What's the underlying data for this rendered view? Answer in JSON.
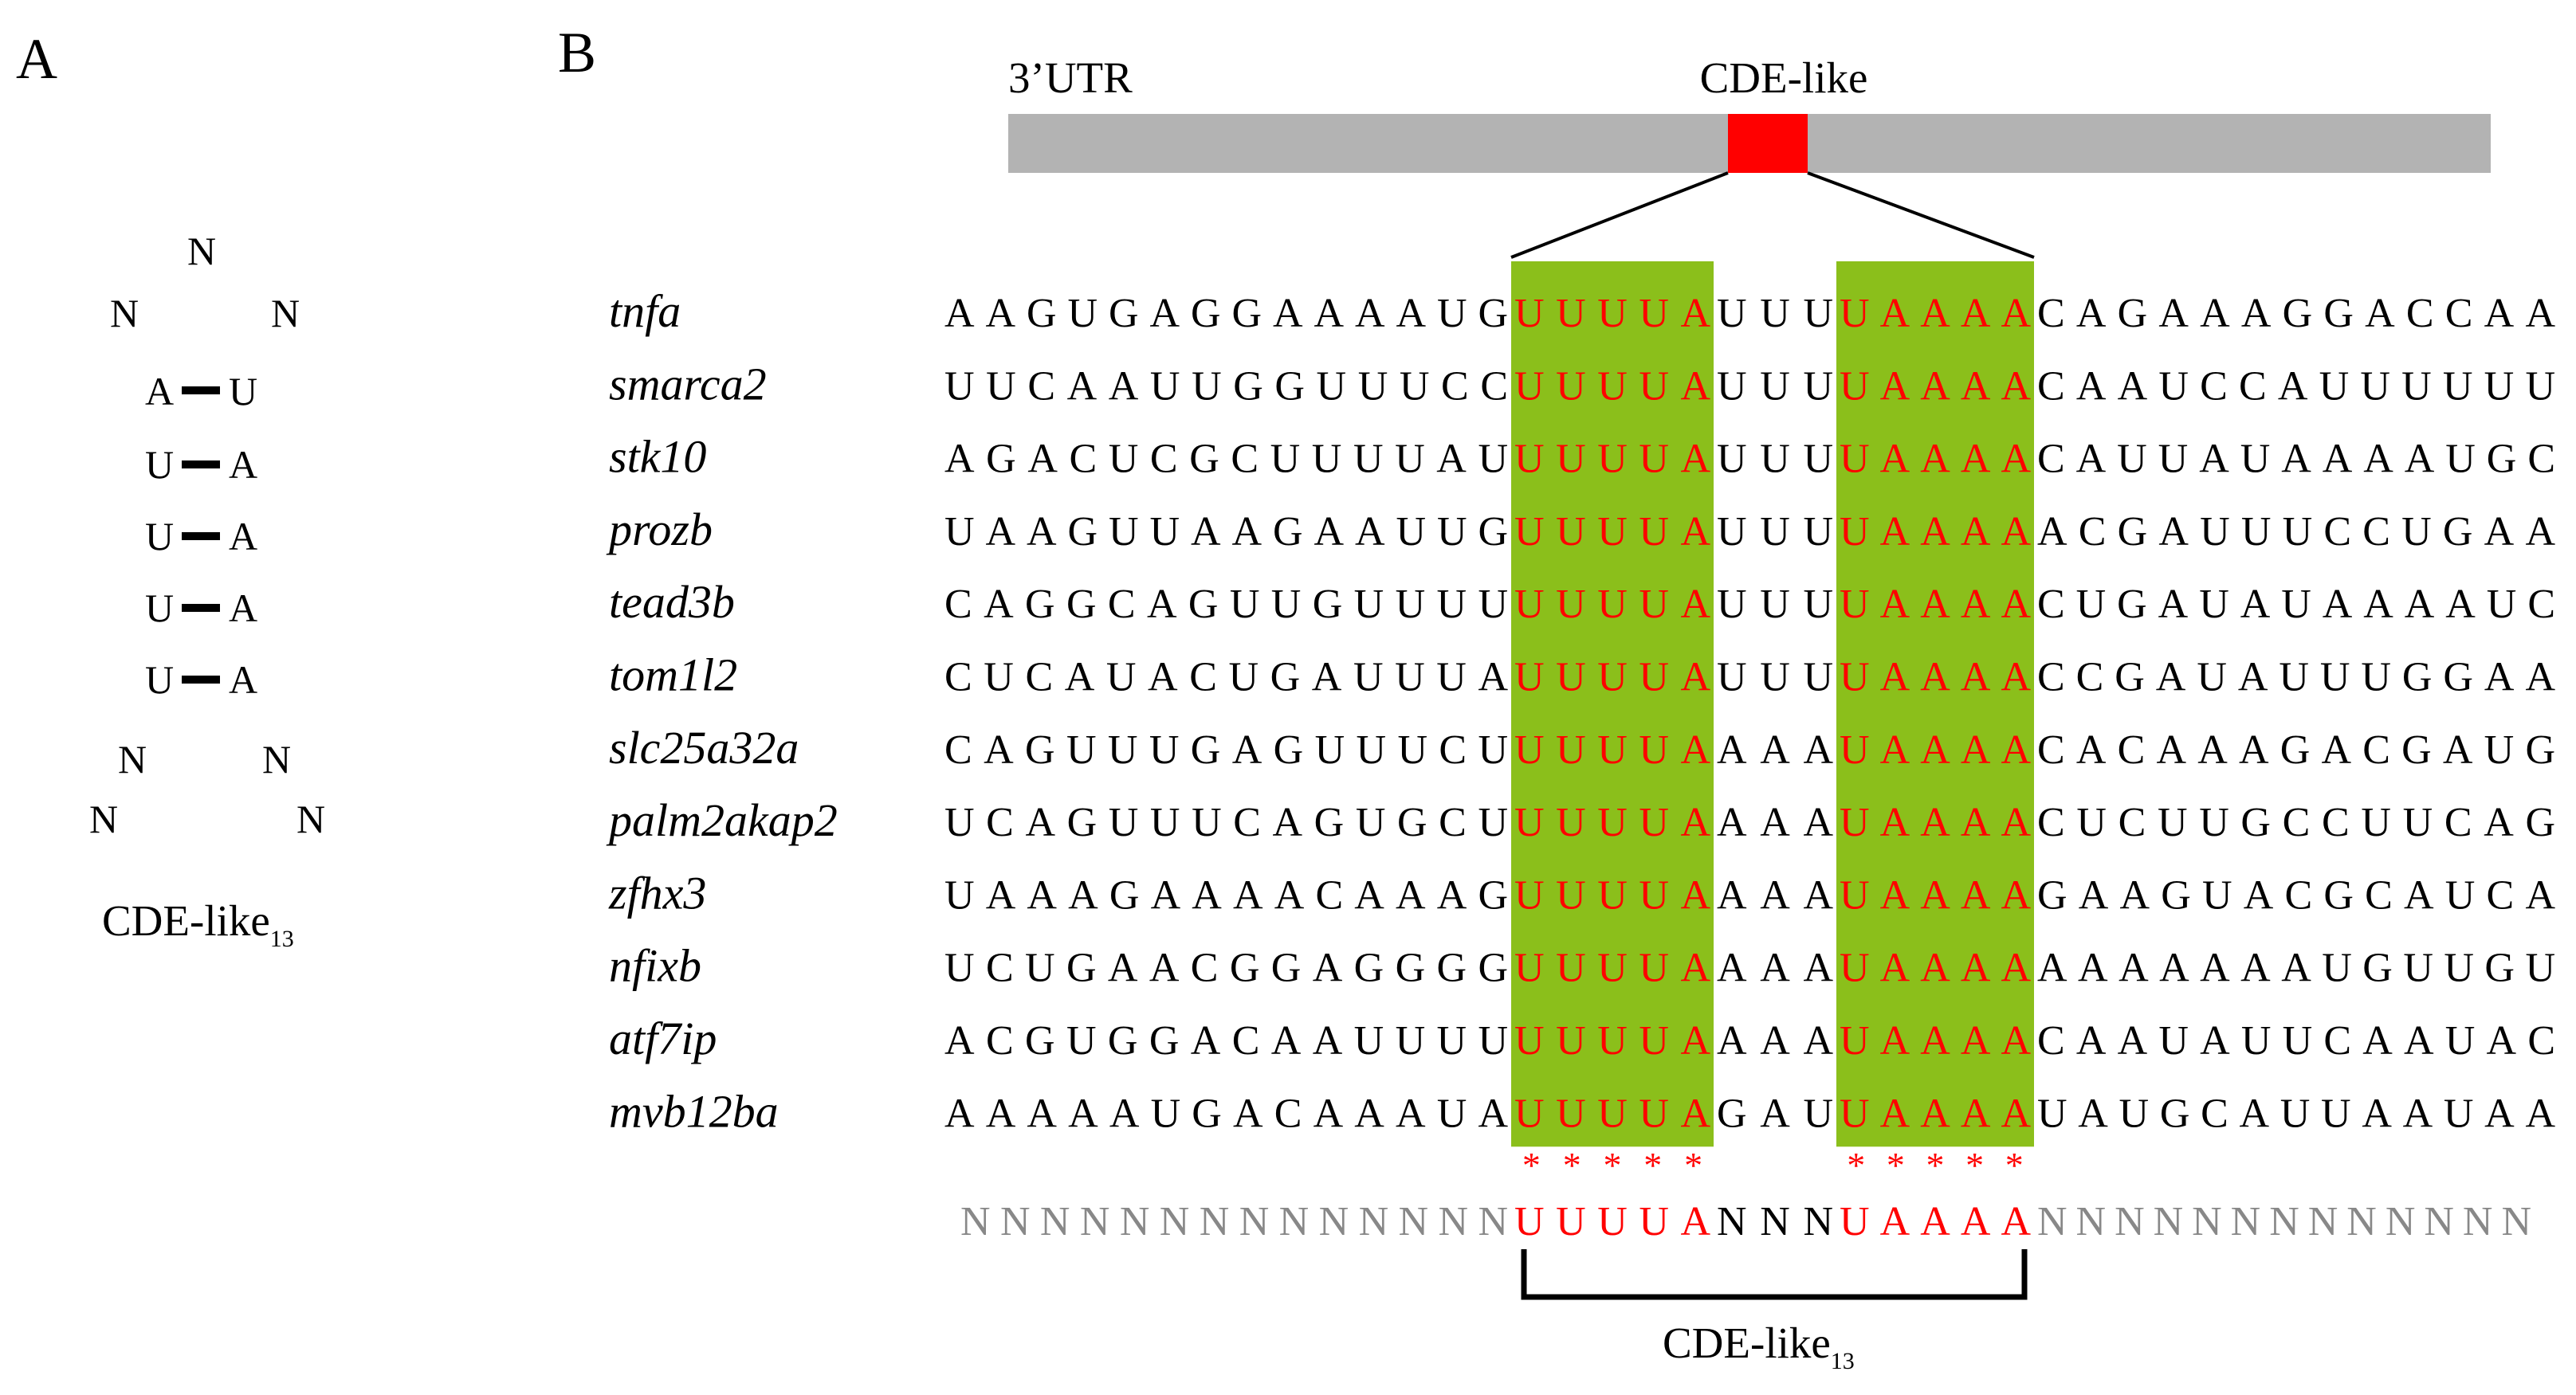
{
  "panels": {
    "a": "A",
    "b": "B"
  },
  "panel_a": {
    "stem_pairs": [
      {
        "left": "A",
        "right": "U"
      },
      {
        "left": "U",
        "right": "A"
      },
      {
        "left": "U",
        "right": "A"
      },
      {
        "left": "U",
        "right": "A"
      },
      {
        "left": "U",
        "right": "A"
      }
    ],
    "loop": {
      "top": "N",
      "left": "N",
      "right": "N"
    },
    "tails": {
      "upper_left": "N",
      "upper_right": "N",
      "lower_left": "N",
      "lower_right": "N"
    },
    "caption_main": "CDE-like",
    "caption_sub": "13"
  },
  "panel_b": {
    "utr_label": "3’UTR",
    "motif_label": "CDE-like",
    "genes": [
      {
        "name": "tnfa",
        "left": "AAGUGAGGAAAAUG",
        "m1": "UUUUA",
        "spacer": "UUU",
        "m2": "UAAAA",
        "right": "CAGAAAGGACCAA"
      },
      {
        "name": "smarca2",
        "left": "UUCAAUUGGUUUCC",
        "m1": "UUUUA",
        "spacer": "UUU",
        "m2": "UAAAA",
        "right": "CAAUCCAUUUUUU"
      },
      {
        "name": "stk10",
        "left": "AGACUCGCUUUUAU",
        "m1": "UUUUA",
        "spacer": "UUU",
        "m2": "UAAAA",
        "right": "CAUUAUAAAAUGC"
      },
      {
        "name": "prozb",
        "left": "UAAGUUAAGAAUUG",
        "m1": "UUUUA",
        "spacer": "UUU",
        "m2": "UAAAA",
        "right": "ACGAUUUCCUGAA"
      },
      {
        "name": "tead3b",
        "left": "CAGGCAGUUGUUUU",
        "m1": "UUUUA",
        "spacer": "UUU",
        "m2": "UAAAA",
        "right": "CUGAUAUAAAAUC"
      },
      {
        "name": "tom1l2",
        "left": "CUCAUACUGAUUUA",
        "m1": "UUUUA",
        "spacer": "UUU",
        "m2": "UAAAA",
        "right": "CCGAUAUUUGGAA"
      },
      {
        "name": "slc25a32a",
        "left": "CAGUUUGAGUUUCU",
        "m1": "UUUUA",
        "spacer": "AAA",
        "m2": "UAAAA",
        "right": "CACAAAGACGAUG"
      },
      {
        "name": "palm2akap2",
        "left": "UCAGUUUCAGUGCU",
        "m1": "UUUUA",
        "spacer": "AAA",
        "m2": "UAAAA",
        "right": "CUCUUGCCUUCAG"
      },
      {
        "name": "zfhx3",
        "left": "UAAAGAAAACAAAG",
        "m1": "UUUUA",
        "spacer": "AAA",
        "m2": "UAAAA",
        "right": "GAAGUACGCAUCA"
      },
      {
        "name": "nfixb",
        "left": "UCUGAACGGAGGGG",
        "m1": "UUUUA",
        "spacer": "AAA",
        "m2": "UAAAA",
        "right": "AAAAAAAUGUUGU"
      },
      {
        "name": "atf7ip",
        "left": "ACGUGGACAAUUUU",
        "m1": "UUUUA",
        "spacer": "AAA",
        "m2": "UAAAA",
        "right": "CAAUAUUCAAUAC"
      },
      {
        "name": "mvb12ba",
        "left": "AAAAAUGACAAAUA",
        "m1": "UUUUA",
        "spacer": "GAU",
        "m2": "UAAAA",
        "right": "UAUGCAUUAAUAA"
      }
    ],
    "consensus": {
      "left": "NNNNNNNNNNNNNN",
      "m1": "UUUUA",
      "spacer": "NNN",
      "m2": "UAAAA",
      "right": "NNNNNNNNNNNNN"
    },
    "conservation_mark": "*",
    "caption_main": "CDE-like",
    "caption_sub": "13"
  },
  "colors": {
    "motif_text": "#ff0000",
    "motif_highlight": "#8bbf1b",
    "utr_bar": "#b3b3b3",
    "cde_box": "#ff0000",
    "consensus_n": "#888888",
    "text": "#000000"
  }
}
